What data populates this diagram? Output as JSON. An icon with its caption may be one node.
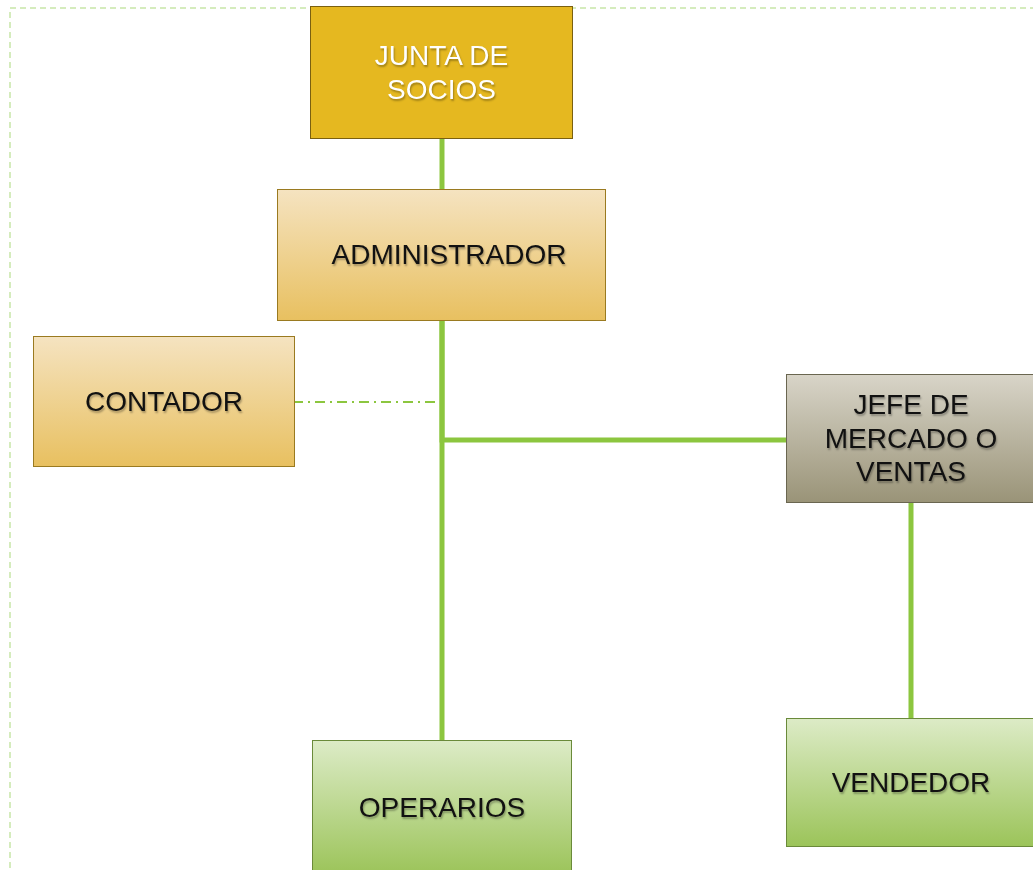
{
  "diagram": {
    "nodes": [
      {
        "text": [
          "JUNTA DE SOCIOS"
        ]
      },
      {
        "text": [
          "ADMINISTRADOR"
        ]
      },
      {
        "text": [
          "CONTADOR"
        ]
      },
      {
        "text": [
          "JEFE DE MERCADO O VENTAS"
        ]
      },
      {
        "text": [
          "OPERARIOS"
        ]
      },
      {
        "text": [
          "VENDEDOR"
        ]
      }
    ],
    "edges": [
      {
        "from": 0,
        "to": 1,
        "arrow": "none"
      },
      {
        "from": 1,
        "to": 2,
        "arrow": "none",
        "style": "dashed"
      },
      {
        "from": 1,
        "to": 3,
        "arrow": "none"
      },
      {
        "from": 1,
        "to": 4,
        "arrow": "none"
      },
      {
        "from": 3,
        "to": 5,
        "arrow": "none"
      }
    ]
  }
}
